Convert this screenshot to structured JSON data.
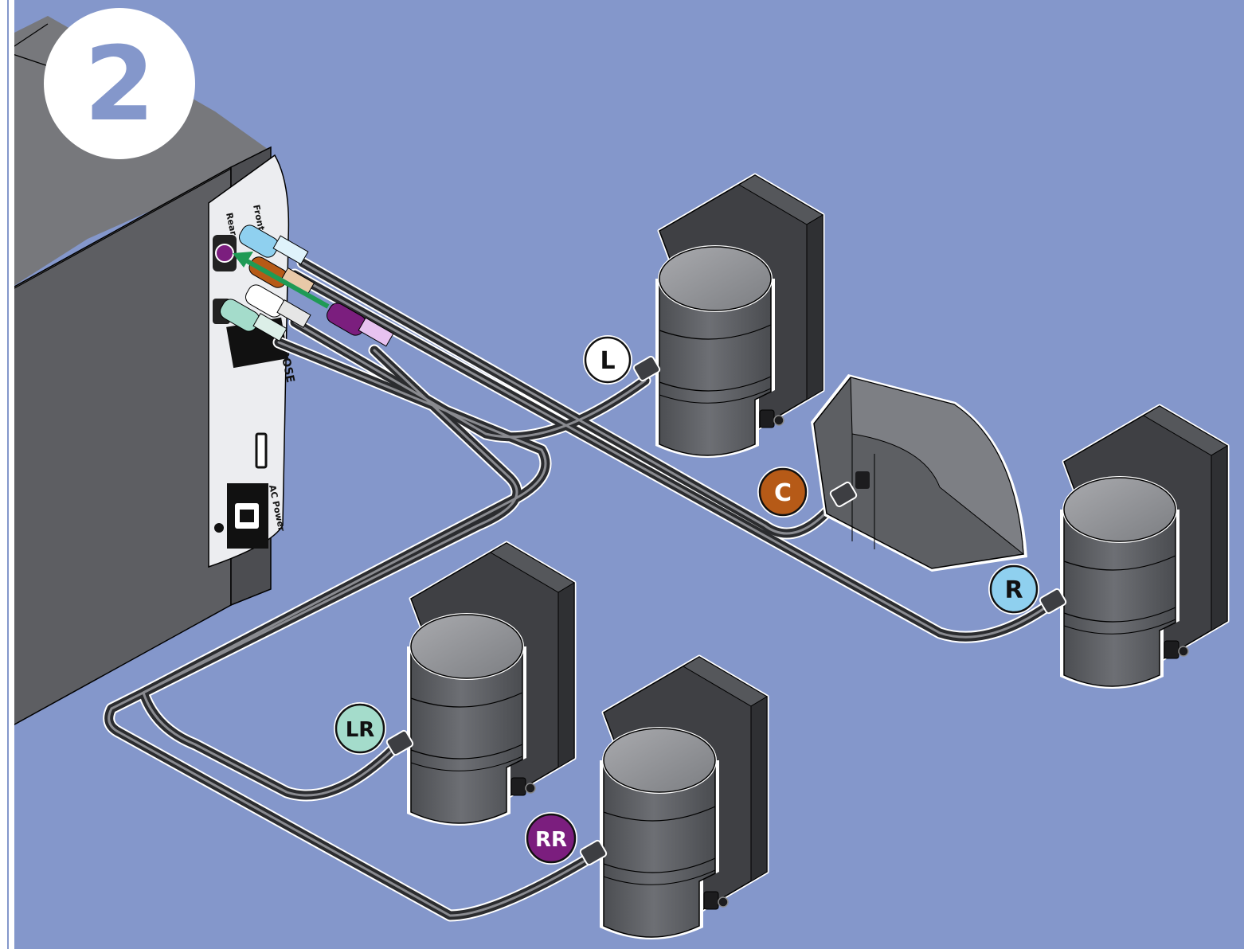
{
  "step": {
    "number": "2"
  },
  "panel": {
    "front_label": "Front",
    "rear_label": "Rear",
    "ac_power_label": "AC Power",
    "brand_text": "BOSE"
  },
  "speakers": [
    {
      "id": "L",
      "label": "L",
      "badge_color": "#ffffff",
      "text_color": "#111111"
    },
    {
      "id": "C",
      "label": "C",
      "badge_color": "#b65a17",
      "text_color": "#ffffff"
    },
    {
      "id": "R",
      "label": "R",
      "badge_color": "#8fd0ef",
      "text_color": "#111111"
    },
    {
      "id": "LR",
      "label": "LR",
      "badge_color": "#a4dccb",
      "text_color": "#111111"
    },
    {
      "id": "RR",
      "label": "RR",
      "badge_color": "#7b1e7e",
      "text_color": "#ffffff"
    }
  ],
  "colors": {
    "background": "#8497cb",
    "speaker_body": "#5a5c60",
    "cable": "#3a3b3e",
    "arrow": "#1f9a55",
    "connector_front": "#8fd0ef",
    "connector_center": "#b65a17",
    "connector_rear": "#7b1e7e",
    "connector_left_rear": "#a4dccb"
  }
}
